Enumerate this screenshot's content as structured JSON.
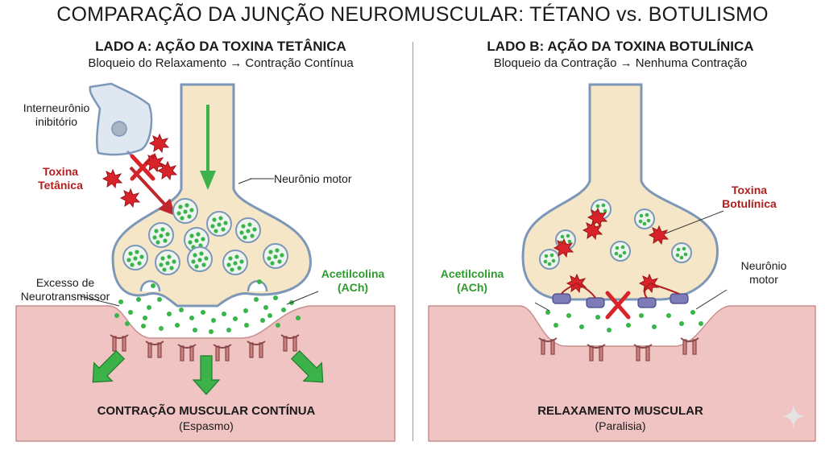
{
  "title": "COMPARAÇÃO DA JUNÇÃO NEUROMUSCULAR: TÉTANO vs. BOTULISMO",
  "side_a": {
    "heading": "LADO A: AÇÃO DA TOXINA TETÂNICA",
    "subheading": "Bloqueio do Relaxamento → Contração Contínua",
    "label_interneuron": "Interneurônio inibitório",
    "label_toxin": "Toxina Tetânica",
    "label_motor_neuron": "Neurônio motor",
    "label_excess": "Excesso de Neurotransmissor",
    "label_ach": "Acetilcolina (ACh)",
    "result_title": "CONTRAÇÃO MUSCULAR CONTÍNUA",
    "result_sub": "(Espasmo)"
  },
  "side_b": {
    "heading": "LADO B: AÇÃO DA TOXINA BOTULÍNICA",
    "subheading": "Bloqueio da Contração → Nenhuma Contração",
    "label_toxin": "Toxina Botulínica",
    "label_ach": "Acetilcolina (ACh)",
    "label_motor_neuron": "Neurônio motor",
    "result_title": "RELAXAMENTO MUSCULAR",
    "result_sub": "(Paralisia)"
  },
  "colors": {
    "neuron_fill": "#f5e6c8",
    "neuron_stroke": "#7c97b8",
    "muscle_fill": "#f1c4c4",
    "ach_green": "#39b54a",
    "toxin_red": "#d8232a"
  }
}
